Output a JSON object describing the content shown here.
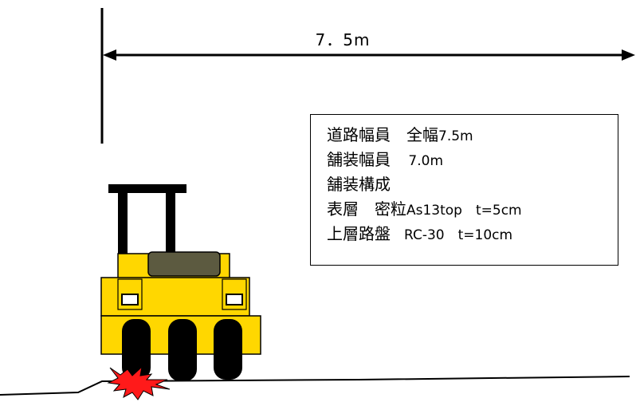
{
  "dimension": {
    "label": "7．5m"
  },
  "specs": {
    "lines": [
      {
        "main": "道路幅員　全幅",
        "sub": "7.5m"
      },
      {
        "main": "舗装幅員",
        "sub": "　 7.0m"
      },
      {
        "main": "舗装構成",
        "sub": ""
      },
      {
        "main": "表層　密粒",
        "sub": "As13top　t=5cm"
      },
      {
        "main": "上層路盤",
        "sub": "　RC-30　t=10cm"
      }
    ]
  },
  "colors": {
    "roller_body": "#FFD700",
    "roller_seat": "#5C5A40",
    "tire": "#000000",
    "burst_fill": "#FF1A1A",
    "line": "#000000"
  },
  "icons": {
    "vehicle": "tire-roller-icon",
    "impact": "impact-burst-icon"
  }
}
